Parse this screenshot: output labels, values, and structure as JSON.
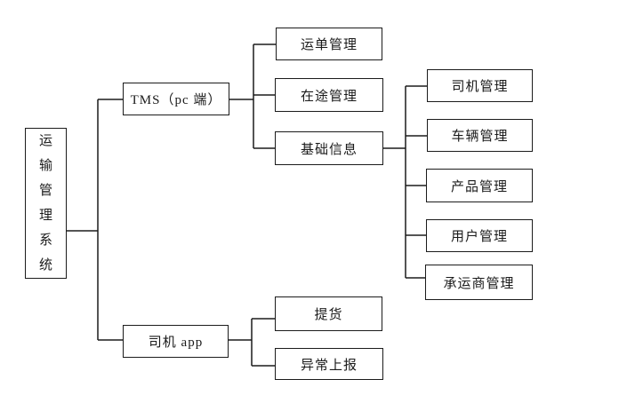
{
  "colors": {
    "background": "#ffffff",
    "line": "#1b1b1b",
    "box_border": "#1b1b1b",
    "text": "#1b1b1b"
  },
  "tree": {
    "label": "运输管理系统",
    "children": [
      {
        "label": "TMS（pc 端）",
        "children": [
          {
            "label": "运单管理"
          },
          {
            "label": "在途管理"
          },
          {
            "label": "基础信息",
            "children": [
              {
                "label": "司机管理"
              },
              {
                "label": "车辆管理"
              },
              {
                "label": "产品管理"
              },
              {
                "label": "用户管理"
              },
              {
                "label": "承运商管理"
              }
            ]
          }
        ]
      },
      {
        "label": "司机 app",
        "children": [
          {
            "label": "提货"
          },
          {
            "label": "异常上报"
          }
        ]
      }
    ]
  }
}
